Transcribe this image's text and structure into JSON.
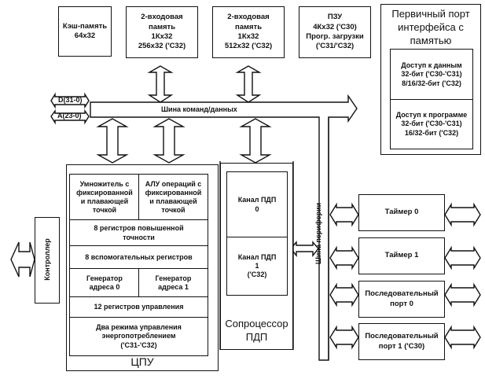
{
  "memory_blocks": [
    {
      "id": "cache",
      "lines": [
        "Кэш-память",
        "64x32"
      ]
    },
    {
      "id": "dual-port-ram-0",
      "lines": [
        "2-входовая",
        "память",
        "1Кх32",
        "256x32 ('C32)"
      ]
    },
    {
      "id": "dual-port-ram-1",
      "lines": [
        "2-входовая",
        "память",
        "1Кх32",
        "512x32 ('C32)"
      ]
    },
    {
      "id": "rom",
      "lines": [
        "ПЗУ",
        "4Кх32 ('C30)",
        "Прогр. загрузки",
        "('C31/'C32)"
      ]
    }
  ],
  "primary_port": {
    "title_lines": [
      "Первичный порт",
      "интерфейса с",
      "памятью"
    ],
    "data_access": [
      "Доступ к данным",
      "32-бит ('C30-'C31)",
      "8/16/32-бит ('C32)"
    ],
    "program_access": [
      "Доступ к программе",
      "32-бит ('C30-'C31)",
      "16/32-бит ('C32)"
    ]
  },
  "bus": {
    "label": "Шина команд/данных",
    "data_signal": "D(31-0)",
    "address_signal": "A(23-0)"
  },
  "cpu": {
    "title": "ЦПУ",
    "multiplier": [
      "Умножитель с",
      "фиксированной",
      "и плавающей",
      "точкой"
    ],
    "alu": [
      "АЛУ операций с",
      "фиксированной",
      "и плавающей",
      "точкой"
    ],
    "ext_registers": [
      "8 регистров повышенной",
      "точности"
    ],
    "aux_registers": "8 вспомогательных регистров",
    "addr_gen_0": [
      "Генератор",
      "адреса  0"
    ],
    "addr_gen_1": [
      "Генератор",
      "адреса  1"
    ],
    "control_registers": "12 регистров управления",
    "power_modes": [
      "Два режима управления",
      "энергопотреблением",
      "('C31-'C32)"
    ]
  },
  "controller": {
    "label": "Контроллер"
  },
  "dma": {
    "title_lines": [
      "Сопроцессор",
      "ПДП"
    ],
    "channel_0": [
      "Канал ПДП",
      "0"
    ],
    "channel_1": [
      "Канал ПДП",
      "1",
      "('C32)"
    ]
  },
  "peripheral_bus": {
    "label": "Шина периферии"
  },
  "peripherals": [
    {
      "lines": [
        "Таймер 0"
      ]
    },
    {
      "lines": [
        "Таймер 1"
      ]
    },
    {
      "lines": [
        "Последовательный",
        "порт 0"
      ]
    },
    {
      "lines": [
        "Последовательный",
        "порт 1 ('C30)"
      ]
    }
  ]
}
